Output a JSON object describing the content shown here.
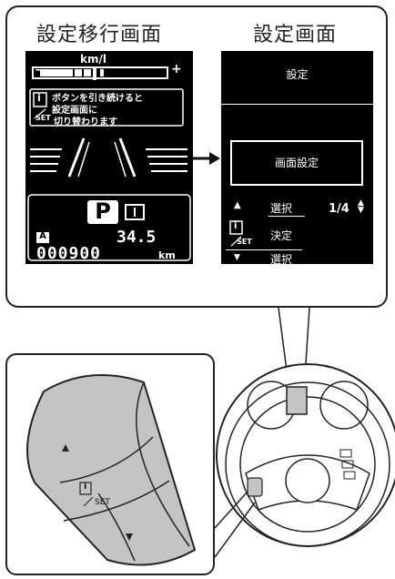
{
  "headings": {
    "left": "設定移行画面",
    "right": "設定画面"
  },
  "meter_screen": {
    "unit": "km/l",
    "minus": "−",
    "plus": "+",
    "hint_line1": "ボタンを引き続けると",
    "hint_line2": "設定画面に",
    "hint_line3": "切り替わります",
    "set_label": "SET",
    "info_glyph": "i",
    "gear": "P",
    "drive_mode": "A",
    "fuel_value": "34.5",
    "odometer": "000900",
    "odo_unit": "km"
  },
  "settings_screen": {
    "title": "設定",
    "selected_item": "画面設定",
    "up_label": "選択",
    "decide_label": "決定",
    "down_label": "選択",
    "page": "1/4",
    "set_label": "SET",
    "info_glyph": "i"
  },
  "switch_closeup": {
    "set_label": "SET",
    "info_glyph": "i"
  },
  "colors": {
    "screen_bg": "#000000",
    "wheel_fill": "#c4c4c4",
    "line": "#222222"
  }
}
